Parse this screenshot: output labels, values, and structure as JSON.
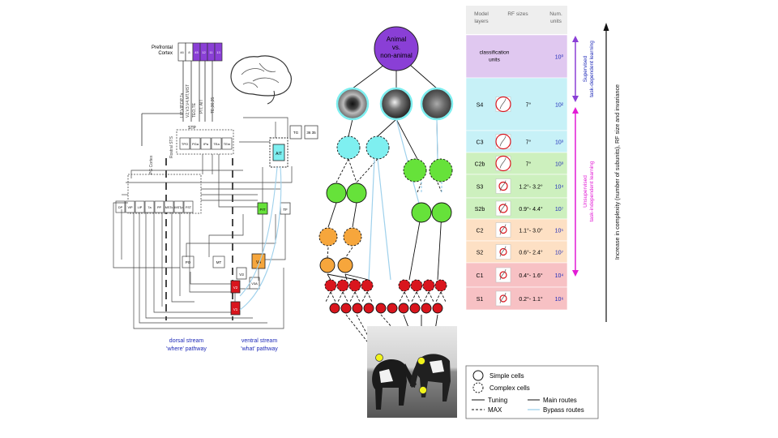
{
  "left_panel": {
    "prefrontal_label_1": "Prefrontal",
    "prefrontal_label_2": "Cortex",
    "pfc_areas": [
      "46",
      "8",
      "45",
      "12",
      "11",
      "13"
    ],
    "pfc_highlighted": [
      false,
      false,
      true,
      true,
      true,
      true
    ],
    "pg_cortex": "PG Cortex",
    "rostral_sts": "Rostral STS",
    "stp": "STP",
    "stp_areas": [
      "TPO",
      "PGa",
      "IPa",
      "TEa",
      "TEm"
    ],
    "area_tg": "TG",
    "area_36_35": "36 35",
    "area_ait": "AIT",
    "area_pit": "PIT",
    "area_tf": "TF",
    "area_v4": "V4",
    "area_v3": "V3",
    "area_v2": "V2",
    "area_v1": "V1",
    "dorsal_areas": [
      "DP",
      "VIP",
      "LIP",
      "7a",
      "PP",
      "MSTc",
      "MSTp",
      "FST"
    ],
    "mid_areas": [
      "PO",
      "MT"
    ],
    "v3a": "V3A",
    "vertical_labels": [
      "LIP,VIP,DP,7a",
      "V2,V3,V4,MT,MST",
      "TEO,TE",
      "TE,36,35"
    ],
    "upper_labels": [
      "PIT, AIT"
    ],
    "dorsal_stream": "dorsal stream",
    "dorsal_pathway": "'where' pathway",
    "ventral_stream": "ventral stream",
    "ventral_pathway": "'what' pathway"
  },
  "model": {
    "top_label_1": "Animal",
    "top_label_2": "vs.",
    "top_label_3": "non-animal"
  },
  "table": {
    "headers": [
      "Model\nlayers",
      "RF sizes",
      "Num.\nunits"
    ],
    "rows": [
      {
        "layer": "classification\nunits",
        "rf": "",
        "units": "10⁰",
        "color": "#e0c8f0"
      },
      {
        "layer": "S4",
        "rf": "7°",
        "units": "10²",
        "color": "#c7f1f7"
      },
      {
        "layer": "C3",
        "rf": "7°",
        "units": "10³",
        "color": "#c7f1f7"
      },
      {
        "layer": "C2b",
        "rf": "7°",
        "units": "10³",
        "color": "#cdf0be"
      },
      {
        "layer": "S3",
        "rf": "1.2°- 3.2°",
        "units": "10⁴",
        "color": "#cdf0be"
      },
      {
        "layer": "S2b",
        "rf": "0.9°- 4.4°",
        "units": "10⁷",
        "color": "#cdf0be"
      },
      {
        "layer": "C2",
        "rf": "1.1°- 3.0°",
        "units": "10⁵",
        "color": "#fde0c4"
      },
      {
        "layer": "S2",
        "rf": "0.6°- 2.4°",
        "units": "10⁷",
        "color": "#fde0c4"
      },
      {
        "layer": "C1",
        "rf": "0.4°- 1.6°",
        "units": "10⁴",
        "color": "#f7c1c4"
      },
      {
        "layer": "S1",
        "rf": "0.2°- 1.1°",
        "units": "10⁶",
        "color": "#f7c1c4"
      }
    ],
    "supervised_1": "Supervised",
    "supervised_2": "task-dependent learning",
    "unsupervised_1": "Unsupervised",
    "unsupervised_2": "task-independent learning",
    "complexity": "Increase in complexity (number of subunits), RF size and invariance"
  },
  "legend": {
    "simple": "Simple cells",
    "complex": "Complex cells",
    "tuning": "Tuning",
    "max": "MAX",
    "main": "Main routes",
    "bypass": "Bypass routes"
  },
  "colors": {
    "purple": "#8a3fd6",
    "cyan": "#7eeff0",
    "green": "#66e23a",
    "orange": "#f6a63c",
    "red": "#d9151d",
    "blue_text": "#1e2ab8",
    "magenta": "#e21bd5",
    "bypass": "#9fd1ec"
  }
}
